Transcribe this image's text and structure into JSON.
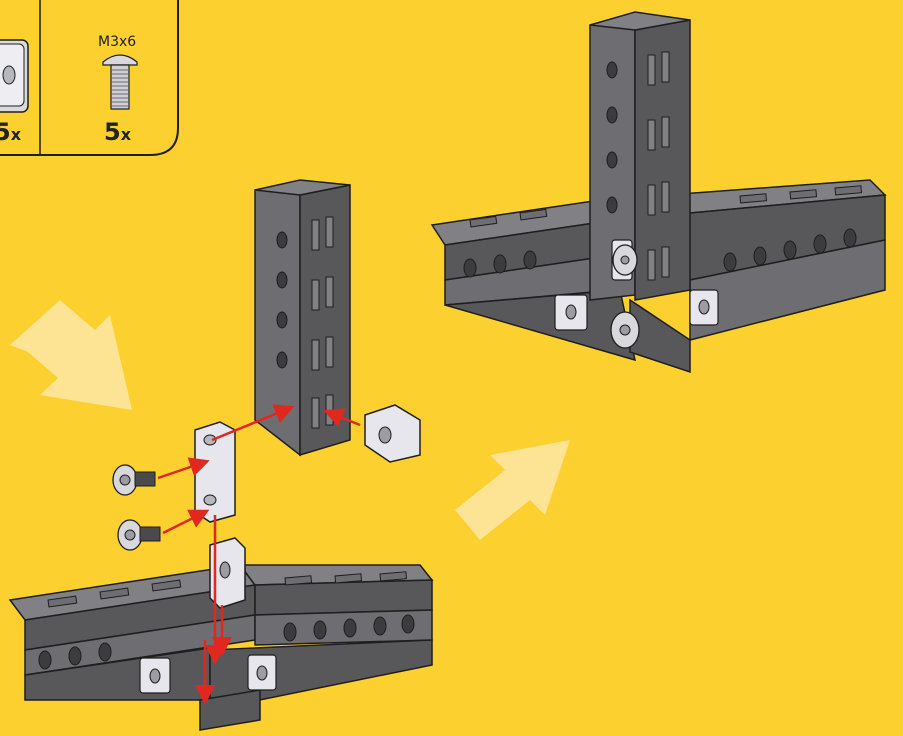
{
  "colors": {
    "background": "#FCD02F",
    "beam_dark": "#58585B",
    "beam_mid": "#6E6E72",
    "beam_top": "#808085",
    "metal_light": "#E6E6EC",
    "arrow_red": "#E0281F",
    "hint_arrow": "#FDE7A6",
    "outline": "#1E1E1E"
  },
  "parts_box": {
    "parts": [
      {
        "icon": "square-nut-icon",
        "size": "",
        "qty": "5",
        "qty_suffix": "x"
      },
      {
        "icon": "screw-icon",
        "size": "M3x6",
        "qty": "5",
        "qty_suffix": "x"
      }
    ]
  },
  "assembly": {
    "exploded_view": [
      "vertical-beam",
      "connector-plate",
      "screw",
      "screw",
      "square-nut",
      "square-nut",
      "base-beam-corner"
    ],
    "result_view": [
      "assembled-corner-joint"
    ]
  }
}
